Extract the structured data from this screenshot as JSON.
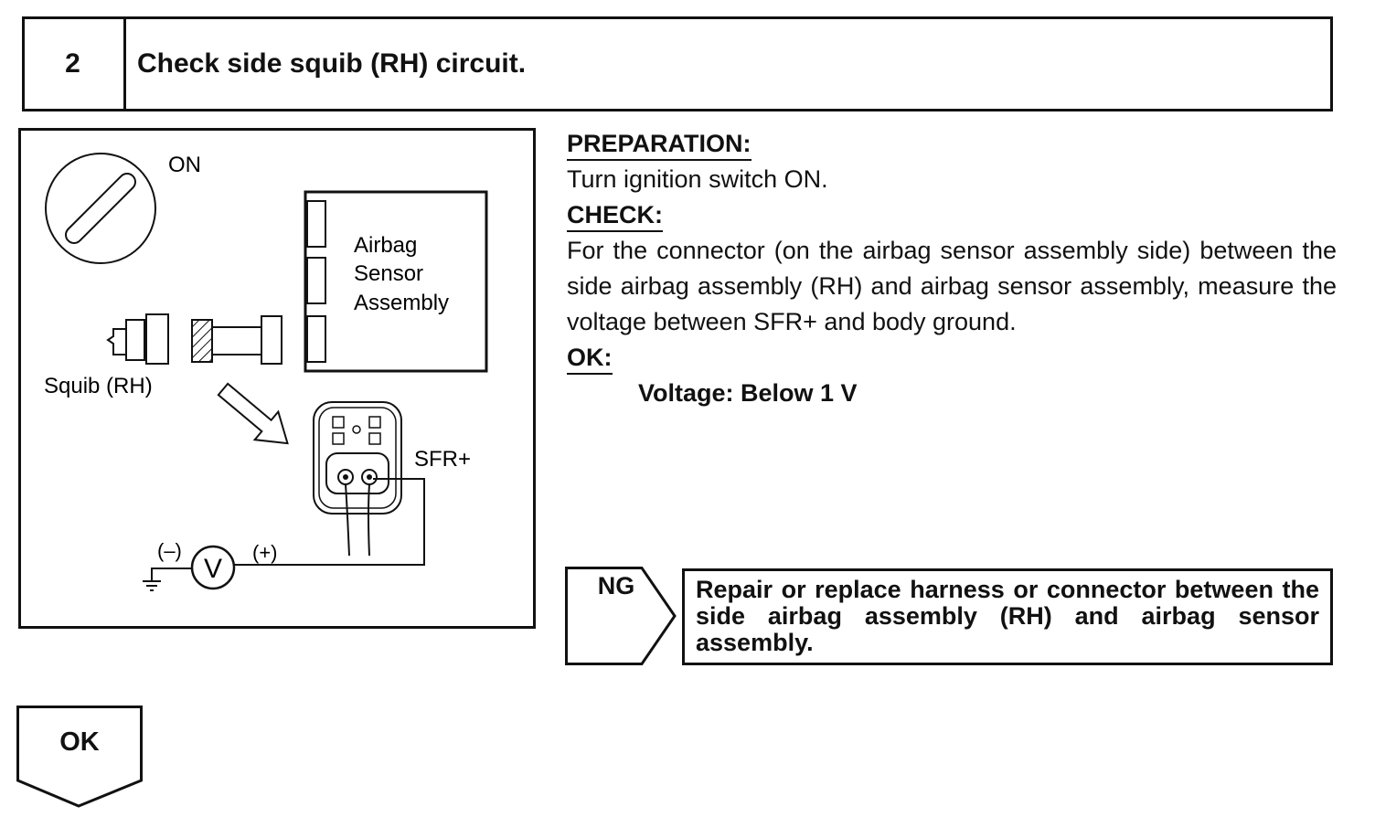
{
  "step": {
    "number": "2",
    "title": "Check side squib (RH) circuit."
  },
  "diagram": {
    "ignition_label": "ON",
    "sensor_label_lines": [
      "Airbag",
      "Sensor",
      "Assembly"
    ],
    "squib_label": "Squib (RH)",
    "terminal_label": "SFR+",
    "minus_label": "(–)",
    "plus_label": "(+)",
    "meter_symbol": "V"
  },
  "instructions": {
    "preparation_heading": "PREPARATION:",
    "preparation_text": "Turn ignition switch ON.",
    "check_heading": "CHECK:",
    "check_text": "For the connector (on the airbag sensor assembly side) between the side airbag assembly (RH) and airbag sensor assembly, measure the voltage between SFR+ and body ground.",
    "ok_heading": "OK:",
    "ok_spec": "Voltage: Below 1 V"
  },
  "result_ng": {
    "label": "NG",
    "action": "Repair or replace harness or connector between the side airbag assembly (RH) and airbag sensor assembly."
  },
  "result_ok": {
    "label": "OK"
  }
}
